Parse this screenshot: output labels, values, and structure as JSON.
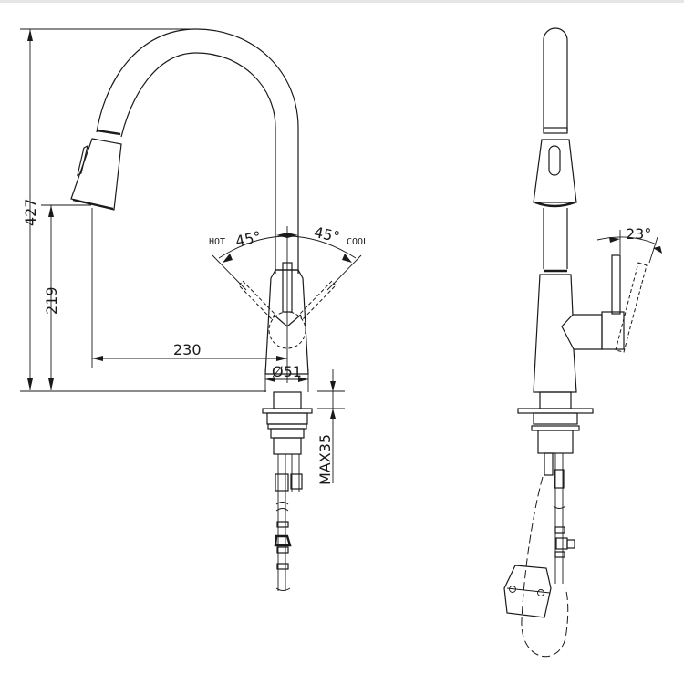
{
  "drawing": {
    "title": "Pull-down kitchen faucet dimension drawing",
    "views": [
      "front-view",
      "side-view"
    ],
    "line_color": "#1a1a1a",
    "background": "#ffffff"
  },
  "front_view": {
    "dimensions": {
      "overall_height": "427",
      "spout_outlet_height": "219",
      "spout_reach": "230",
      "base_diameter": "Ø51",
      "max_deck_thickness": "MAX35"
    },
    "handle_rotation": {
      "hot_label": "HOT",
      "hot_angle": "45°",
      "cool_label": "COOL",
      "cool_angle": "45°"
    }
  },
  "side_view": {
    "handle_tilt_angle": "23°"
  }
}
